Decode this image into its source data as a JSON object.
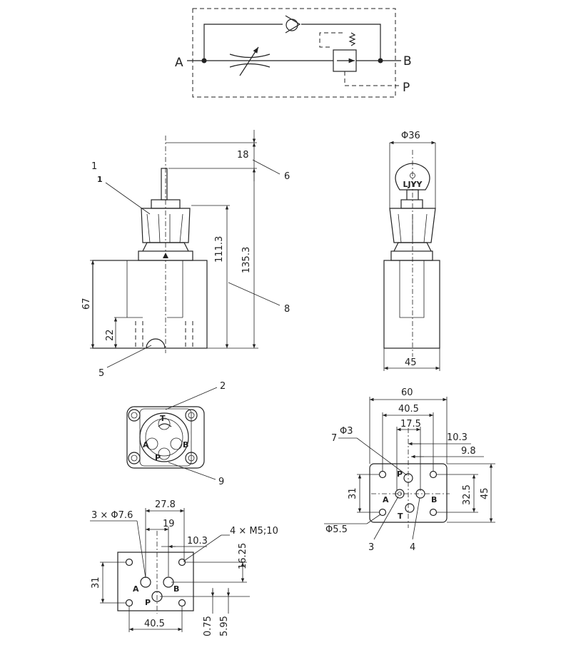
{
  "symbol": {
    "port_a": "A",
    "port_b": "B",
    "port_p": "P"
  },
  "front_view": {
    "callout_1": "1",
    "callout_1_small": "1",
    "dim_18": "18",
    "callout_6": "6",
    "dim_111_3": "111.3",
    "dim_135_3": "135.3",
    "callout_8": "8",
    "dim_67": "67",
    "dim_22": "22",
    "callout_5": "5"
  },
  "side_view": {
    "dim_phi36": "Φ36",
    "key_brand": "LJYY",
    "dim_45": "45"
  },
  "bottom_view": {
    "callout_2": "2",
    "callout_9": "9",
    "port_t": "T",
    "port_a": "A",
    "port_b": "B",
    "port_p": "P"
  },
  "mount_pattern": {
    "dim_60": "60",
    "dim_40_5": "40.5",
    "dim_17_5": "17.5",
    "dim_10_3": "10.3",
    "dim_9_8": "9.8",
    "dim_phi3": "Φ3",
    "callout_7": "7",
    "dim_31": "31",
    "dim_32_5": "32.5",
    "dim_45": "45",
    "dim_phi5_5": "Φ5.5",
    "callout_3": "3",
    "callout_4": "4",
    "port_p": "P",
    "port_a": "A",
    "port_b": "B",
    "port_t": "T"
  },
  "base_pattern": {
    "dim_27_8": "27.8",
    "dim_3xphi7_6": "3 × Φ7.6",
    "dim_19": "19",
    "dim_10_3": "10.3",
    "dim_4xm5": "4 × M5;10",
    "dim_16_25": "16.25",
    "dim_31": "31",
    "dim_40_5": "40.5",
    "dim_0_75": "0.75",
    "dim_5_95": "5.95",
    "port_a": "A",
    "port_b": "B",
    "port_p": "P"
  }
}
